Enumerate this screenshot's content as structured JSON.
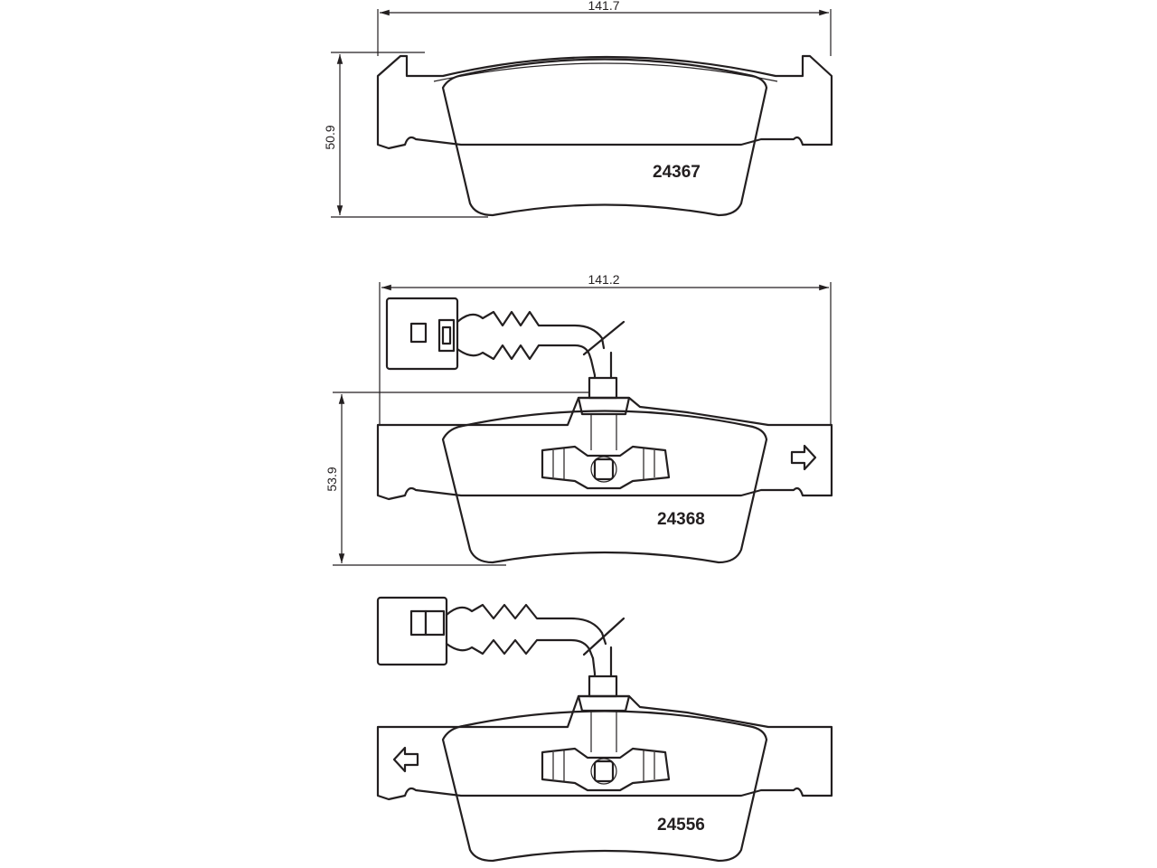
{
  "dimensions": {
    "top_width": "141.7",
    "top_height": "50.9",
    "middle_width": "141.2",
    "middle_height": "53.9"
  },
  "parts": {
    "top": "24367",
    "middle": "24368",
    "bottom": "24556"
  },
  "colors": {
    "line": "#231f20",
    "background": "#ffffff"
  }
}
